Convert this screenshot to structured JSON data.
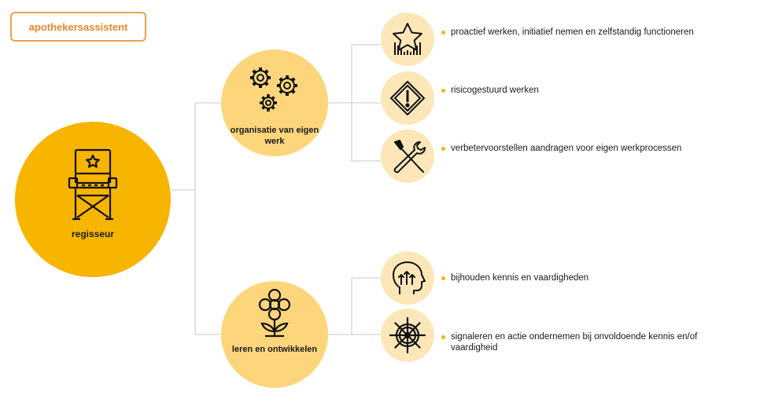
{
  "role_tag": "apothekersassistent",
  "center": {
    "label": "regisseur",
    "icon": "director-chair-icon"
  },
  "branches": [
    {
      "label": "organisatie van eigen werk",
      "icon": "gears-icon",
      "items": [
        {
          "icon": "star-icon",
          "text": "proactief werken, initiatief nemen en zelfstandig functioneren"
        },
        {
          "icon": "warning-sign-icon",
          "text": "risicogestuurd werken"
        },
        {
          "icon": "tools-icon",
          "text": "verbetervoorstellen aandragen voor eigen werkprocessen"
        }
      ]
    },
    {
      "label": "leren en ontwikkelen",
      "icon": "flower-icon",
      "items": [
        {
          "icon": "head-growth-icon",
          "text": "bijhouden kennis en vaardigheden"
        },
        {
          "icon": "ship-wheel-icon",
          "text": "signaleren en actie ondernemen bij onvoldoende kennis en/of vaardigheid"
        }
      ]
    }
  ],
  "colors": {
    "main_circle": "#f7b500",
    "mid_circle": "#fdd67c",
    "small_circle": "#fde7b8",
    "tag_border": "#f0a14a",
    "connector": "#c8c8c8"
  }
}
